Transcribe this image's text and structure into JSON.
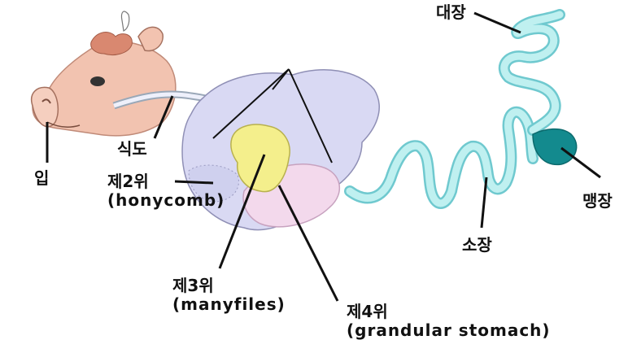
{
  "diagram": {
    "labels": {
      "mouth": "입",
      "esophagus": "식도",
      "second_stomach": {
        "name": "제2위",
        "note": "(honycomb)"
      },
      "third_stomach": {
        "name": "제3위",
        "note": "(manyfiles)"
      },
      "fourth_stomach": {
        "name": "제4위",
        "note": "(grandular stomach)"
      },
      "large_intestine": "대장",
      "small_intestine": "소장",
      "cecum": "맹장"
    },
    "colors": {
      "cow_skin": "#f2c3b0",
      "cow_tuft": "#d98870",
      "rumen": "#d9d9f3",
      "third_stomach": "#f4ef8c",
      "fourth_stomach": "#f3d9ec",
      "intestine_fill": "#bff0f0",
      "intestine_edge": "#6fc9cf",
      "cecum": "#138a8e",
      "line": "#111111"
    }
  }
}
